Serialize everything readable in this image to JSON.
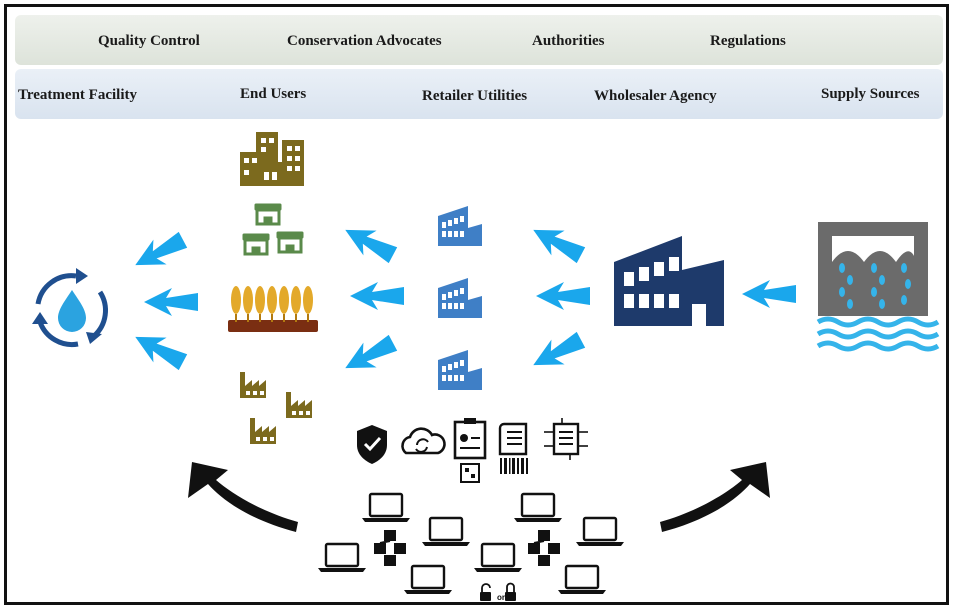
{
  "stakeholders_top": [
    {
      "label": "Quality Control"
    },
    {
      "label": "Conservation Advocates"
    },
    {
      "label": "Authorities"
    },
    {
      "label": "Regulations"
    }
  ],
  "stakeholders_bottom": [
    {
      "label": "Treatment Facility"
    },
    {
      "label": "End Users"
    },
    {
      "label": "Retailer Utilities"
    },
    {
      "label": "Wholesaler Agency"
    },
    {
      "label": "Supply Sources"
    }
  ],
  "lock_separator": "or",
  "colors": {
    "arrow": "#1aa7ec",
    "wholesaler": "#1e3a6b",
    "retailer": "#3f7fc6",
    "enduser": "#7c6a1e",
    "store": "#5a8a4a",
    "treatment": "#1f4f8f",
    "water_drop": "#2ba3e0",
    "dam": "#6b6b6b",
    "water": "#35b4ea"
  },
  "icons": [
    "recycle-water-icon",
    "buildings-icon",
    "store-icon",
    "wheat-field-icon",
    "factory-icon",
    "retailer-building-icon",
    "wholesaler-building-icon",
    "dam-icon",
    "shield-check-icon",
    "cloud-sync-icon",
    "certificate-icon",
    "receipt-barcode-icon",
    "document-chip-icon",
    "laptop-icon",
    "blockchain-cubes-icon",
    "lock-icon",
    "curved-arrow-icon"
  ]
}
